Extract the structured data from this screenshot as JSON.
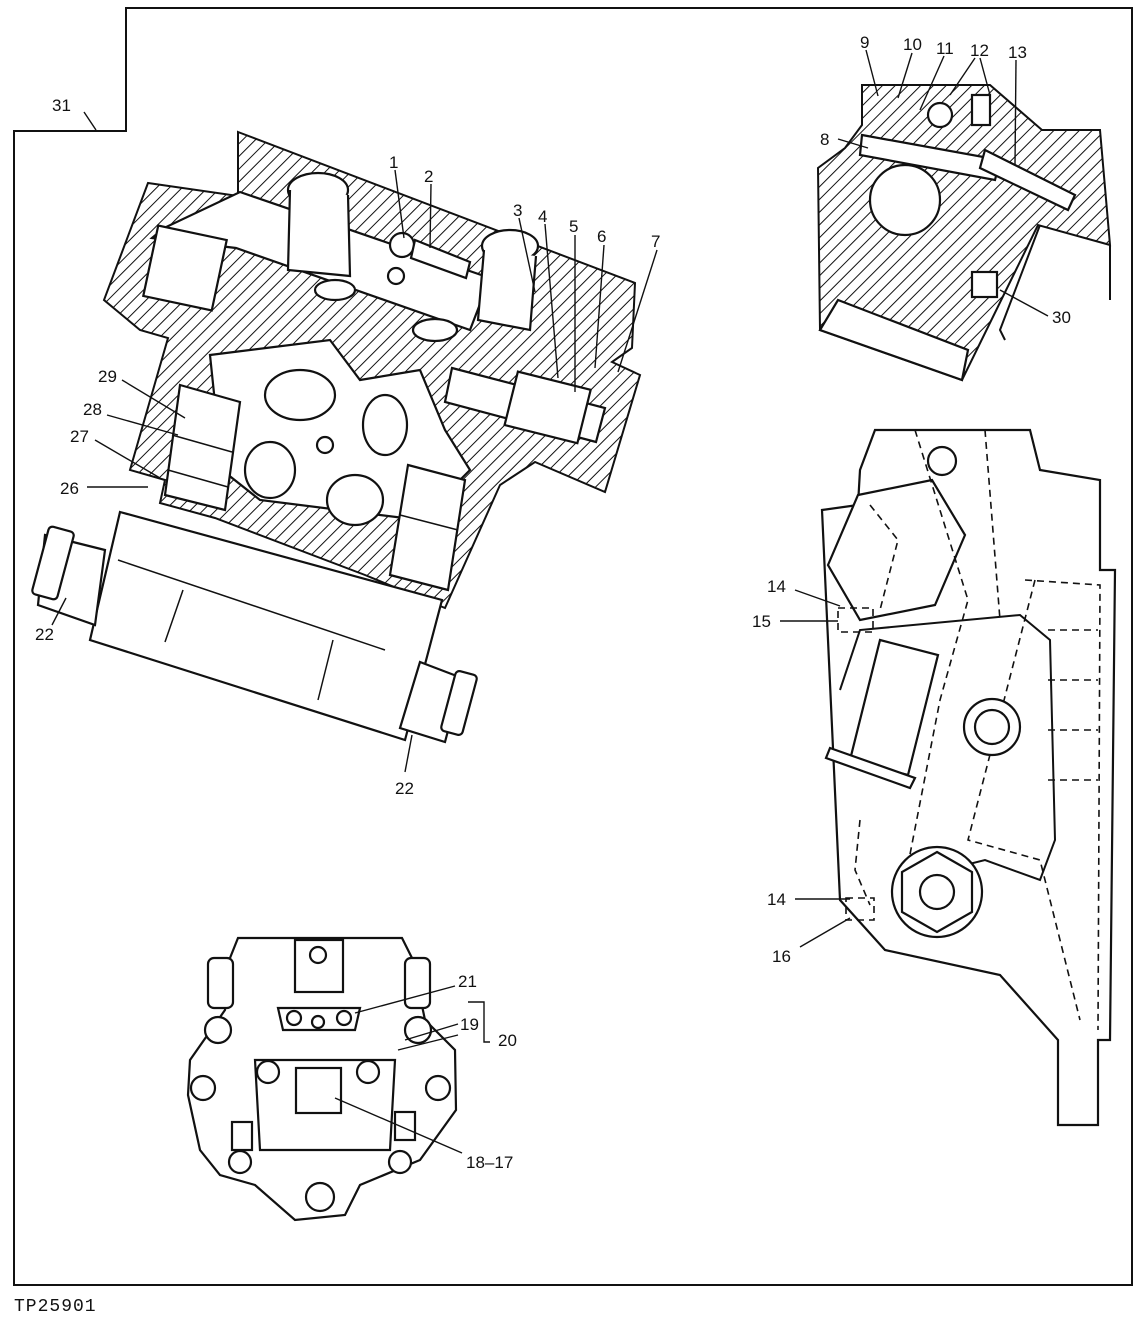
{
  "figure_code": "TP25901",
  "callouts": {
    "c1": "1",
    "c2": "2",
    "c3": "3",
    "c4": "4",
    "c5": "5",
    "c6": "6",
    "c7": "7",
    "c8": "8",
    "c9": "9",
    "c10": "10",
    "c11": "11",
    "c12": "12",
    "c13": "13",
    "c14a": "14",
    "c14b": "14",
    "c15": "15",
    "c16": "16",
    "c17": "18–17",
    "c19": "19",
    "c20": "20",
    "c21": "21",
    "c22a": "22",
    "c22b": "22",
    "c26": "26",
    "c27": "27",
    "c28": "28",
    "c29": "29",
    "c30": "30",
    "c31": "31"
  }
}
